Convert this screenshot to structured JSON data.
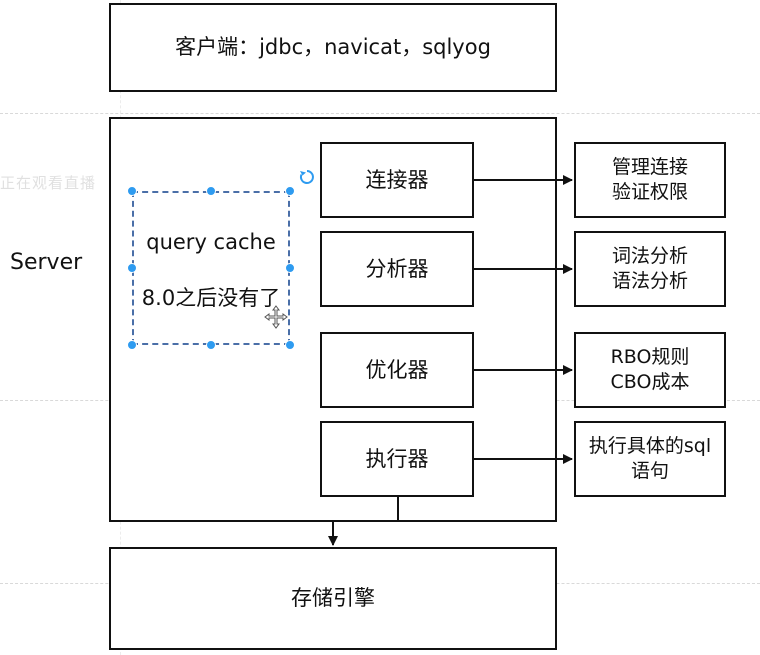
{
  "client_box": {
    "label": "客户端：jdbc，navicat，sqlyog"
  },
  "server": {
    "label": "Server"
  },
  "watermark": {
    "text": "正在观看直播"
  },
  "query_cache": {
    "line1": "query cache",
    "line2": "8.0之后没有了"
  },
  "components": [
    {
      "label": "连接器",
      "description": "管理连接\n验证权限"
    },
    {
      "label": "分析器",
      "description": "词法分析\n语法分析"
    },
    {
      "label": "优化器",
      "description": "RBO规则\nCBO成本"
    },
    {
      "label": "执行器",
      "description": "执行具体的sql\n语句"
    }
  ],
  "storage_engine": {
    "label": "存储引擎"
  },
  "colors": {
    "stroke": "#111111",
    "selection": "#4a6fa8",
    "handle": "#2e9bf0"
  },
  "icons": {
    "rotate": "rotate-icon",
    "move": "move-cursor-icon"
  }
}
